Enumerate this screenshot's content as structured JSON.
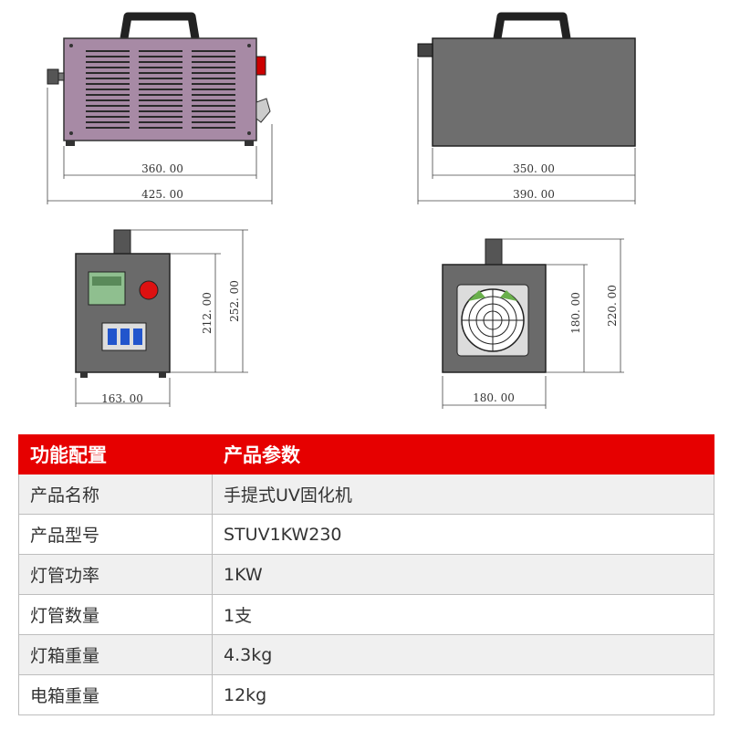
{
  "drawings": {
    "front_view": {
      "inner_width": "360. 00",
      "outer_width": "425. 00"
    },
    "top_view": {
      "inner_width": "350. 00",
      "outer_width": "390. 00"
    },
    "side_view": {
      "body_height": "212. 00",
      "total_height": "252. 00",
      "width": "163. 00"
    },
    "fan_view": {
      "body_height": "180. 00",
      "total_height": "220. 00",
      "width": "180. 00"
    }
  },
  "table": {
    "header": {
      "col1": "功能配置",
      "col2": "产品参数"
    },
    "rows": [
      {
        "label": "产品名称",
        "value": "手提式UV固化机"
      },
      {
        "label": "产品型号",
        "value": "STUV1KW230"
      },
      {
        "label": "灯管功率",
        "value": "1KW"
      },
      {
        "label": "灯管数量",
        "value": "1支"
      },
      {
        "label": "灯箱重量",
        "value": "4.3kg"
      },
      {
        "label": "电箱重量",
        "value": "12kg"
      }
    ]
  },
  "colors": {
    "header_red": "#e60000",
    "case_purple": "#a78aa5",
    "case_gray": "#6e6e6e"
  }
}
